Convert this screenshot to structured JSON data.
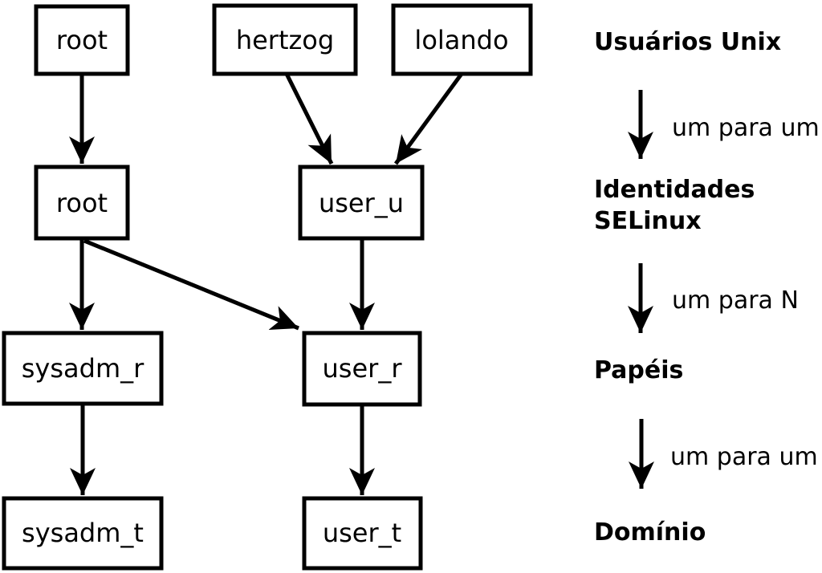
{
  "diagram": {
    "colors": {
      "background": "#ffffff",
      "stroke": "#000000",
      "box_fill": "#ffffff"
    },
    "nodes": [
      {
        "label": "root"
      },
      {
        "label": "hertzog"
      },
      {
        "label": "lolando"
      },
      {
        "label": "root"
      },
      {
        "label": "user_u"
      },
      {
        "label": "sysadm_r"
      },
      {
        "label": "user_r"
      },
      {
        "label": "sysadm_t"
      },
      {
        "label": "user_t"
      }
    ],
    "legend": {
      "unix_users": "Usuários Unix",
      "map_one_to_one_1": "um para um",
      "selinux_identities_line1": "Identidades",
      "selinux_identities_line2": "SELinux",
      "map_one_to_n": "um para N",
      "roles": "Papéis",
      "map_one_to_one_2": "um para um",
      "domain": "Domínio"
    }
  }
}
